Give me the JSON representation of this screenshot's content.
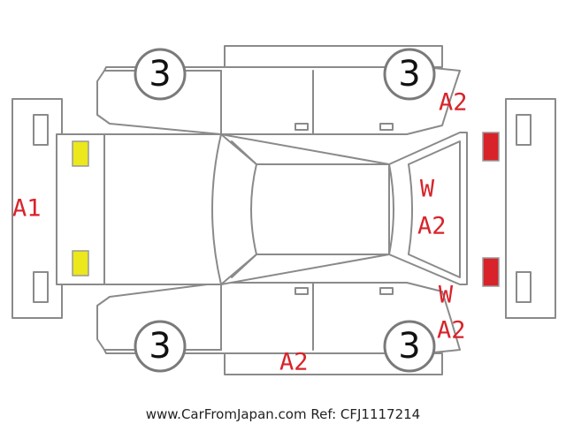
{
  "wheels": {
    "front_left": "3",
    "rear_left": "3",
    "front_right": "3",
    "rear_right": "3"
  },
  "damage_codes": {
    "front_bumper": "A1",
    "rear_right_quarter": "A2",
    "back_door_line1": "W",
    "back_door_line2": "A2",
    "rear_lower_line1": "W",
    "rear_lower_line2": "A2",
    "bottom_side": "A2"
  },
  "colors": {
    "headlight": "#ece81c",
    "taillight": "#d8232a",
    "damage_text": "#d8232a",
    "outline": "#8a8a8a"
  },
  "footer": "www.CarFromJapan.com Ref: CFJ1117214"
}
